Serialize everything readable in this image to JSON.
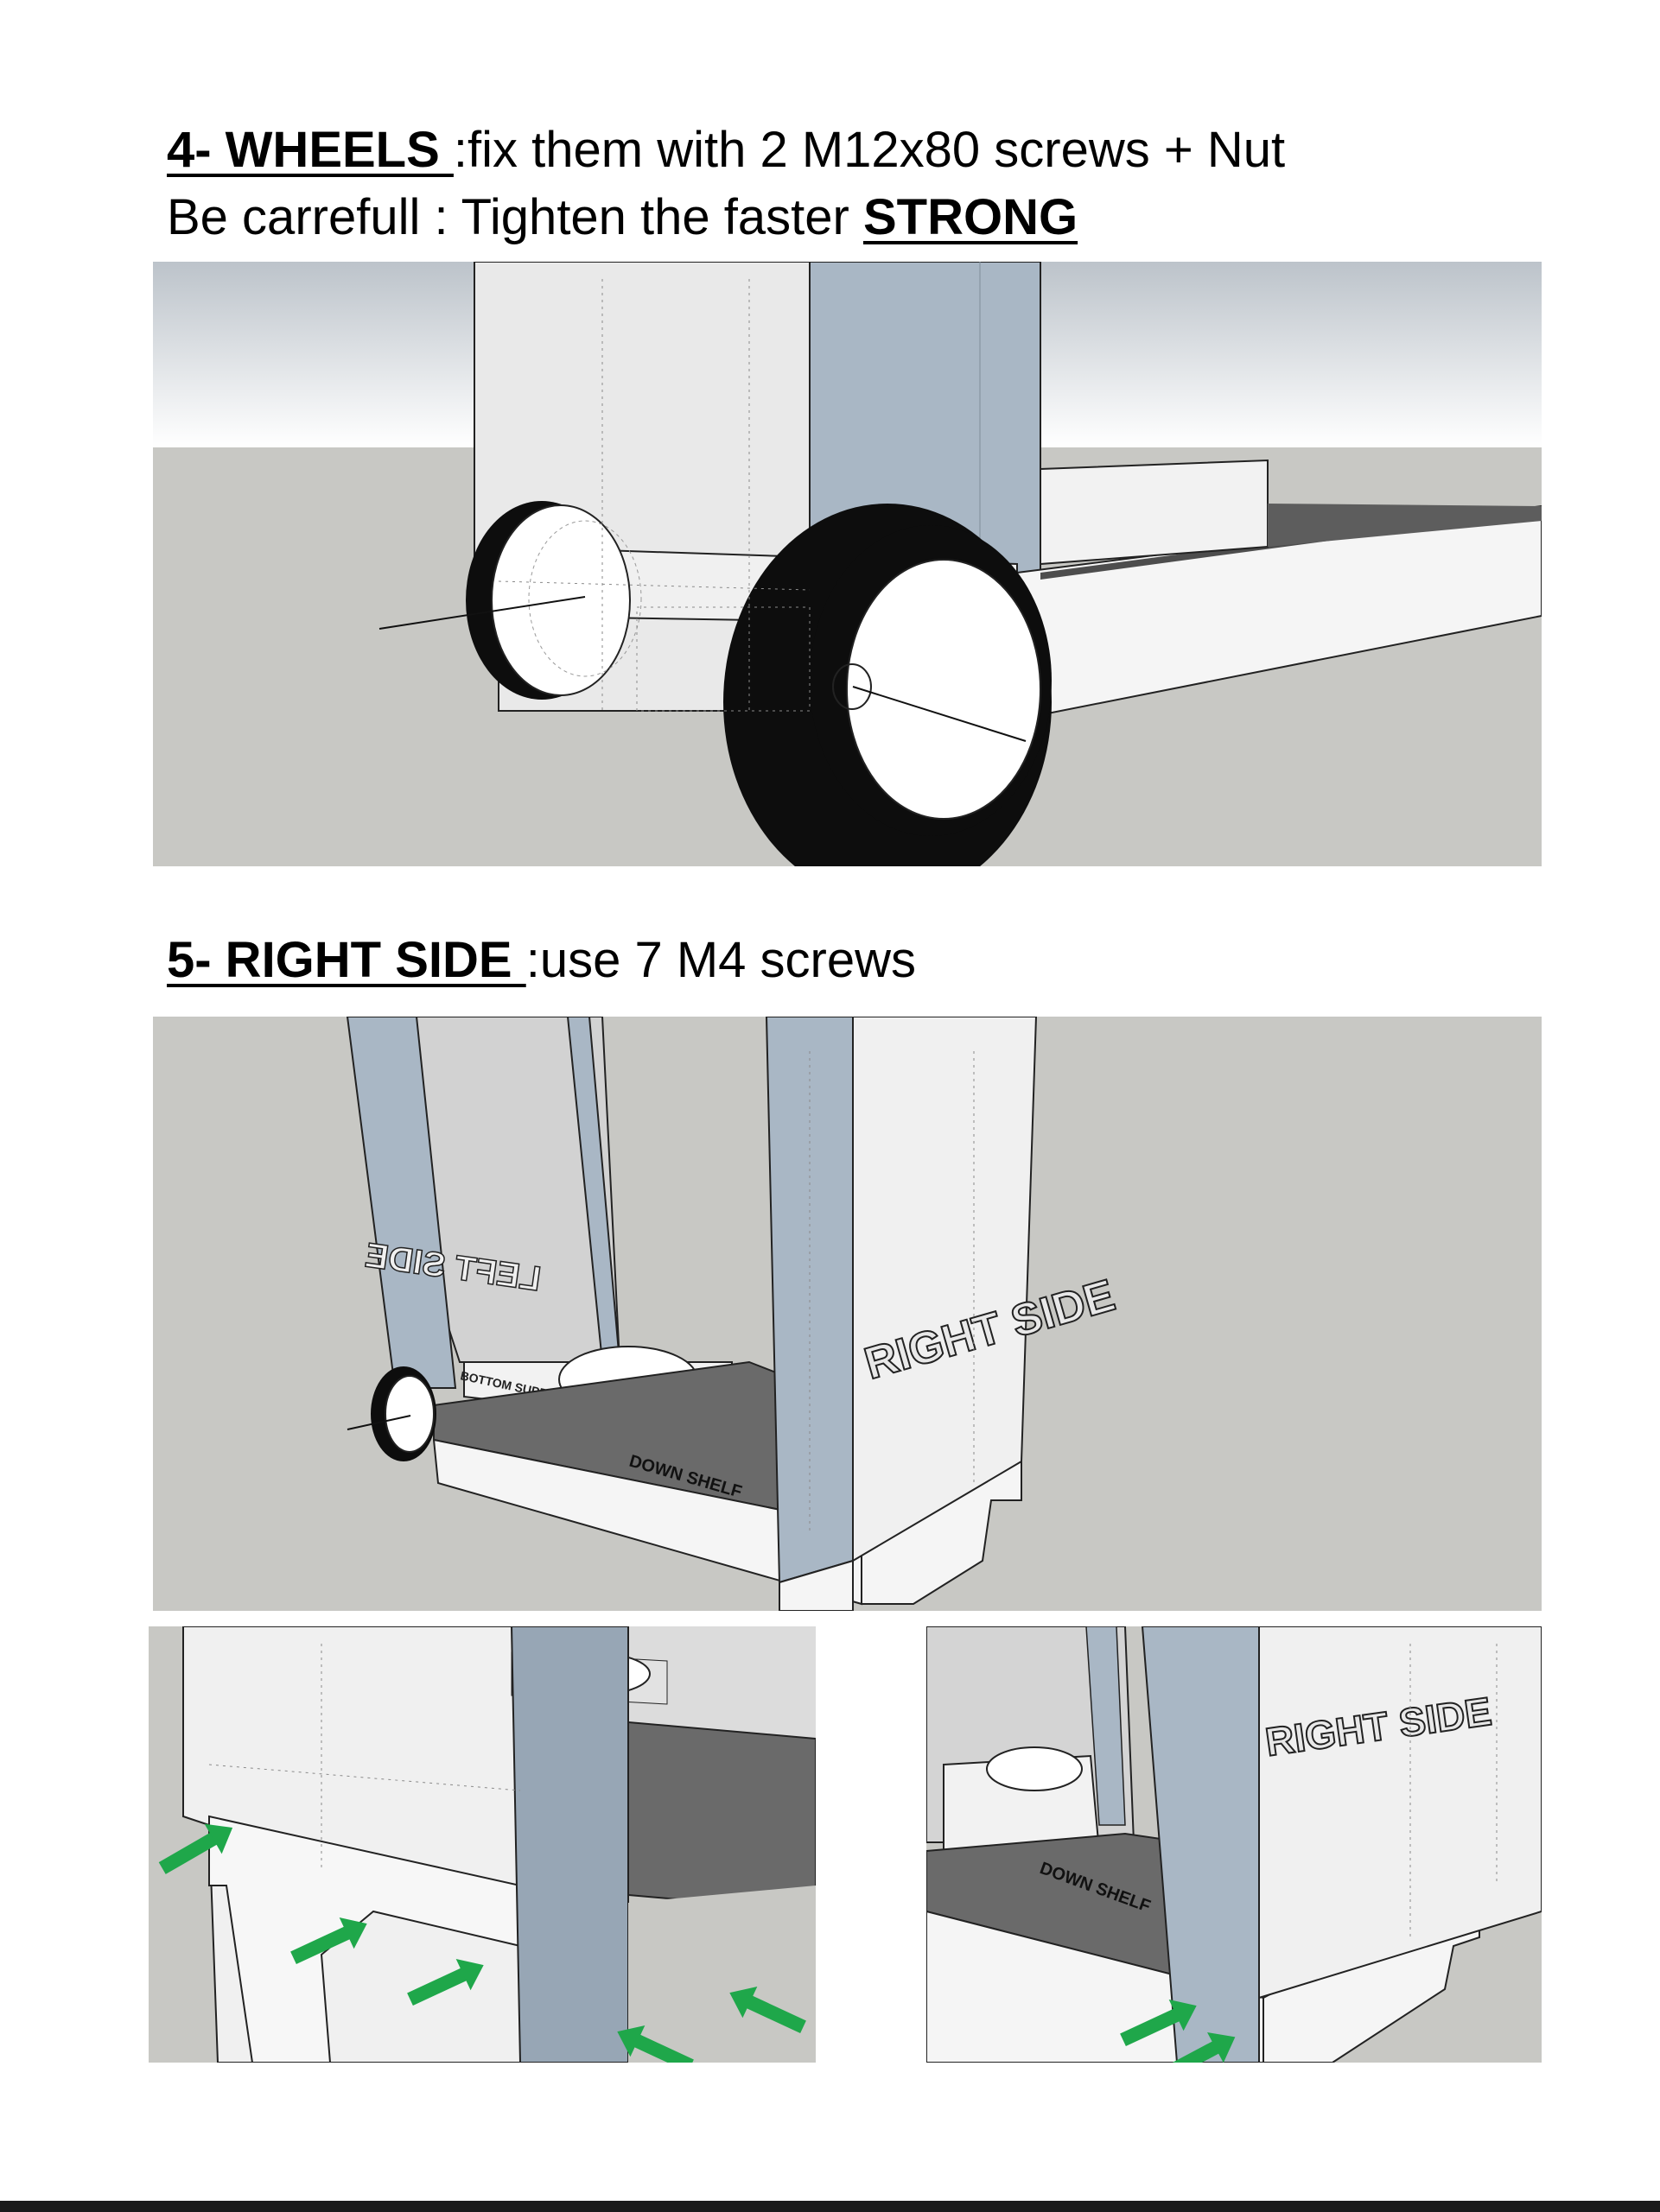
{
  "step4": {
    "number": "4- WHEELS ",
    "instruction": ":fix them with 2  M12x80 screws + Nut",
    "warning_prefix": "Be carrefull : Tighten the faster ",
    "warning_emphasis": "STRONG"
  },
  "step5": {
    "number": "5- RIGHT SIDE ",
    "instruction": ":use 7 M4 screws"
  },
  "model_labels": {
    "left_side": "LEFT SIDE",
    "right_side": "RIGHT SIDE",
    "down_shelf": "DOWN SHELF",
    "bottom_support": "BOTTOM SUPPORT"
  },
  "colors": {
    "panel_blue": "#a9b7c5",
    "panel_blue_dark": "#97a6b5",
    "board_white": "#f2f2f2",
    "ground": "#c8c8c4",
    "sky_top": "#b9c0c7",
    "shelf_dark": "#5d5d5d",
    "tire": "#0d0d0d",
    "arrow_green": "#1fa74a"
  },
  "arrow_counts": {
    "left_detail": 5,
    "right_detail": 2
  }
}
